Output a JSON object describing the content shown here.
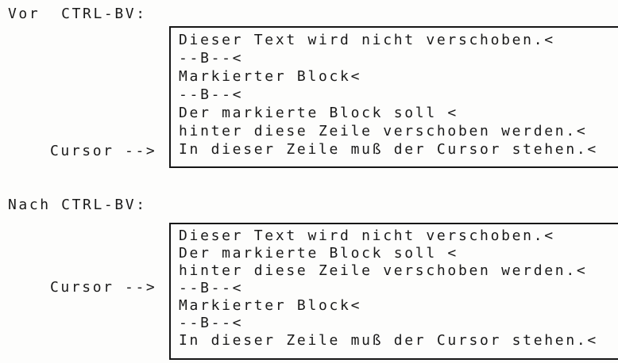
{
  "colors": {
    "ink": "#1a1a1a",
    "paper": "#fdfdfc",
    "box_border": "#161616"
  },
  "before": {
    "label": "Vor  CTRL-BV:",
    "cursor_label": "Cursor -->",
    "cursor_points_to_line_index": 6,
    "lines": [
      "Dieser Text wird nicht verschoben.<",
      "--B--<",
      "Markierter Block<",
      "--B--<",
      "Der markierte Block soll <",
      "hinter diese Zeile verschoben werden.<",
      "In dieser Zeile muß der Cursor stehen.<"
    ]
  },
  "after": {
    "label": "Nach CTRL-BV:",
    "cursor_label": "Cursor -->",
    "cursor_points_to_line_index": 3,
    "lines": [
      "Dieser Text wird nicht verschoben.<",
      "Der markierte Block soll <",
      "hinter diese Zeile verschoben werden.<",
      "--B--<",
      "Markierter Block<",
      "--B--<",
      "In dieser Zeile muß der Cursor stehen.<"
    ]
  }
}
